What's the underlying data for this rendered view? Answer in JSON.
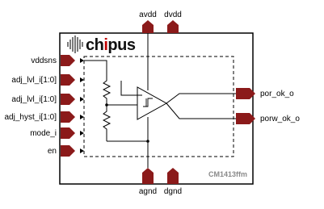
{
  "brand": {
    "name_prefix": "ch",
    "name_accent": "i",
    "name_suffix": "pus",
    "accent_color": "#c00000"
  },
  "part_number": "CM1413ffm",
  "pins_top": {
    "avdd": "avdd",
    "dvdd": "dvdd"
  },
  "pins_bottom": {
    "agnd": "agnd",
    "dgnd": "dgnd"
  },
  "inputs": {
    "vddsns": "vddsns",
    "adj_lvl_1": "adj_lvl_i[1:0]",
    "adj_lvl_2": "adj_lvl_i[1:0]",
    "adj_hyst": "adj_hyst_i[1:0]",
    "mode": "mode_i",
    "en": "en"
  },
  "outputs": {
    "por_ok": "por_ok_o",
    "porw_ok": "porw_ok_o"
  },
  "colors": {
    "pin_fill": "#8b1a1a",
    "border": "#000000",
    "dashed": "#000000"
  }
}
